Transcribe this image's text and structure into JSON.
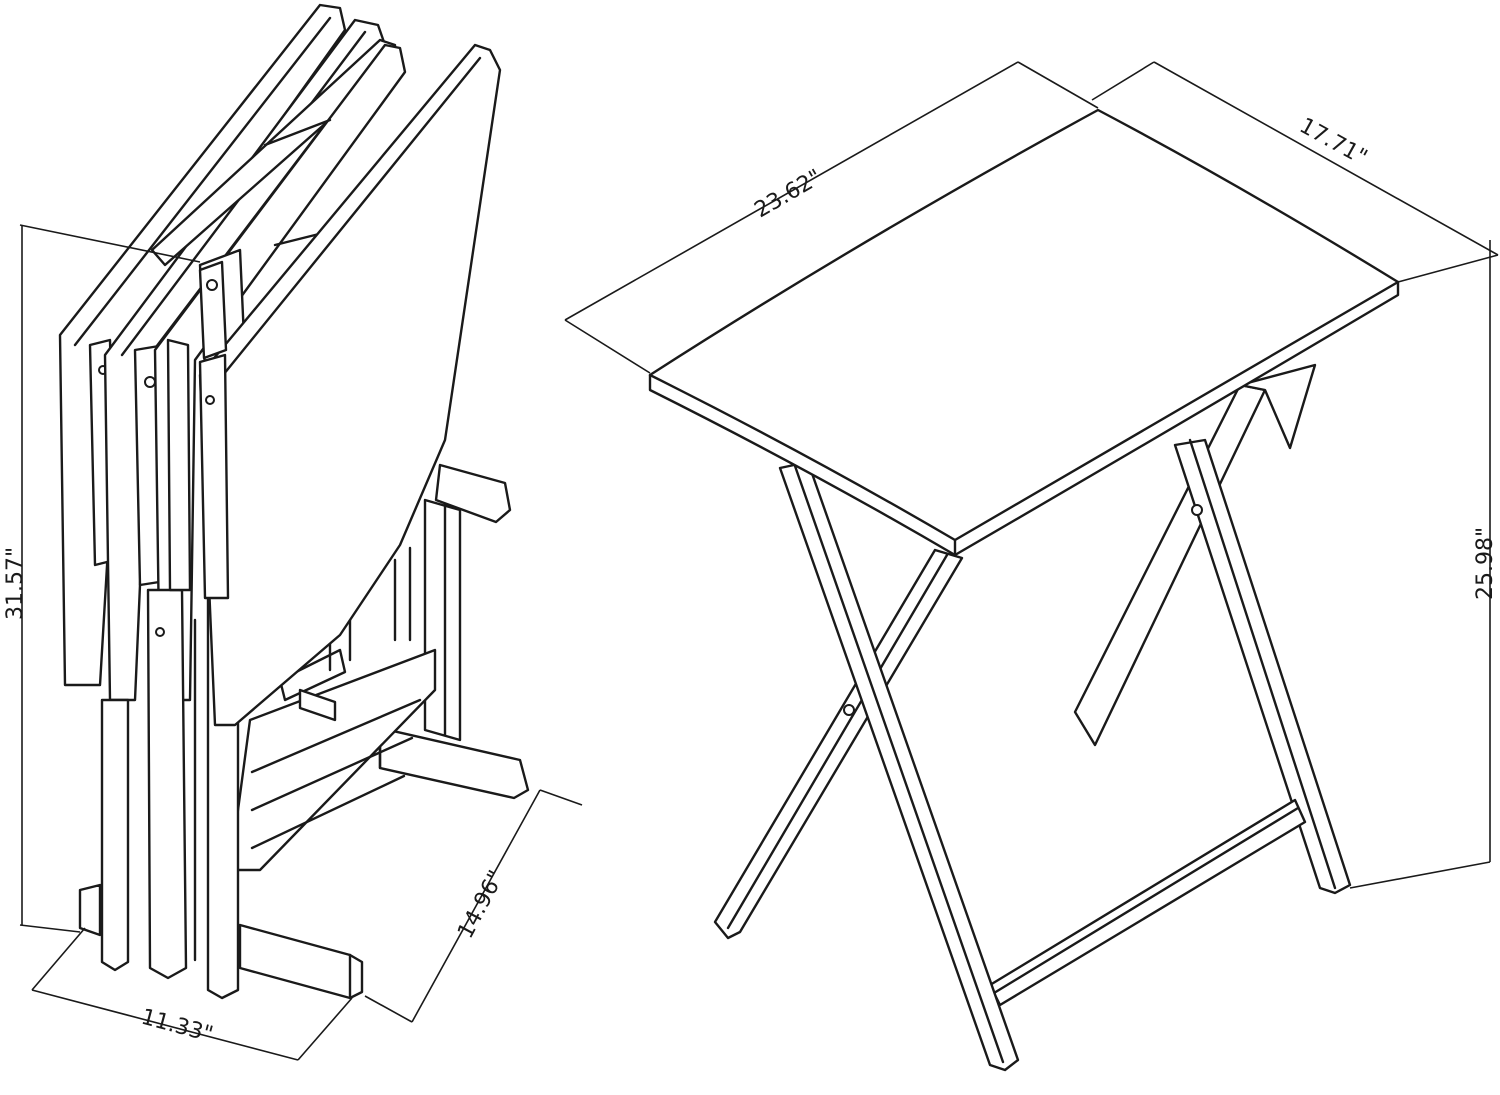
{
  "dimensions": {
    "folded_height": "31.57\"",
    "folded_width": "11.33\"",
    "folded_depth": "14.96\"",
    "table_width": "23.62\"",
    "table_depth": "17.71\"",
    "table_height": "25.98\""
  }
}
